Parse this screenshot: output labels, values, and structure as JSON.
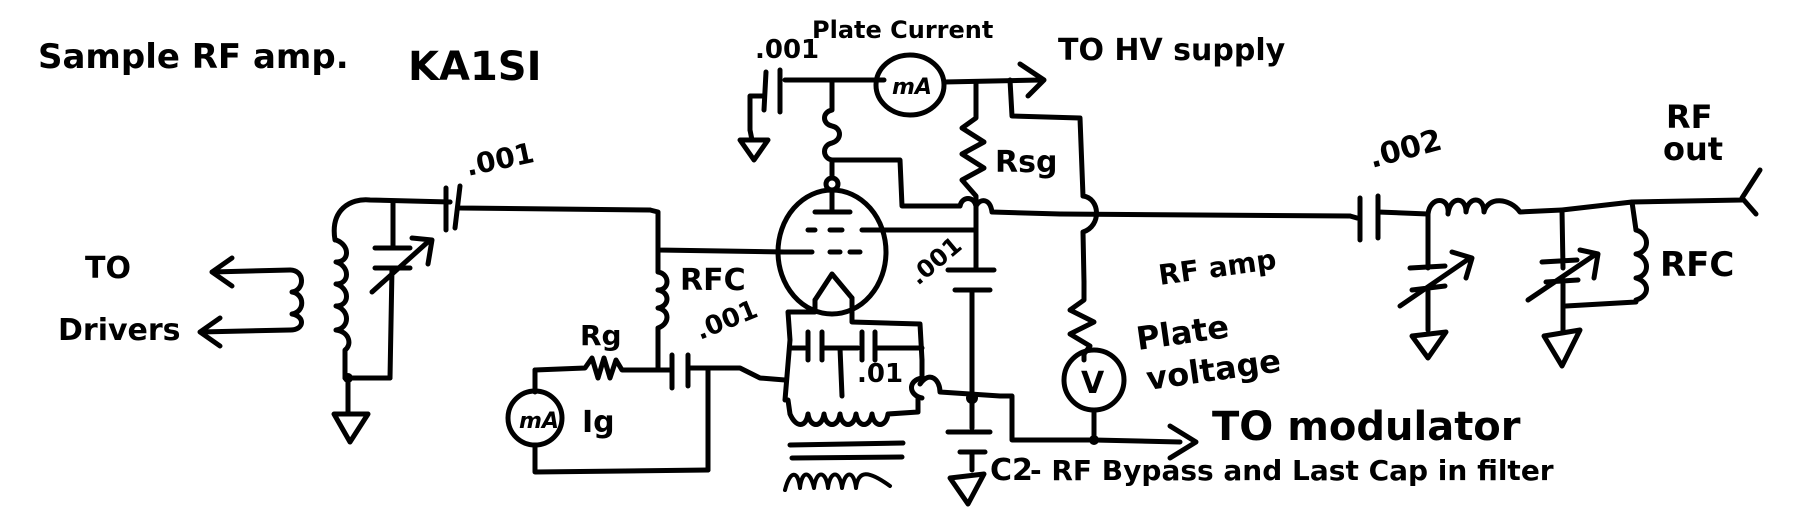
{
  "title": "Sample RF amp.",
  "author": "KA1SI",
  "labels": {
    "to_driver": [
      "TO",
      "Drivers"
    ],
    "input_coupling_cap": ".001",
    "rfc_grid": "RFC",
    "grid_resistor": "Rg",
    "grid_bypass_cap": ".001",
    "grid_meter": "mA",
    "grid_current": "Ig",
    "plate_bypass_cap": ".001",
    "plate_current": "Plate Current",
    "plate_meter": "mA",
    "to_hv_supply": "TO HV supply",
    "screen_resistor": "Rsg",
    "screen_bypass_cap": ".001",
    "filament_bypass_cap": ".01",
    "output_coupling_cap": ".002",
    "rf_out": [
      "RF",
      "out"
    ],
    "rfc_output": "RFC",
    "plate_voltage": [
      "RF amp",
      "Plate",
      "voltage"
    ],
    "voltmeter": "V",
    "to_modulator": "TO modulator",
    "c2_label": "C2",
    "c2_note": "- RF Bypass and Last Cap in filter"
  }
}
